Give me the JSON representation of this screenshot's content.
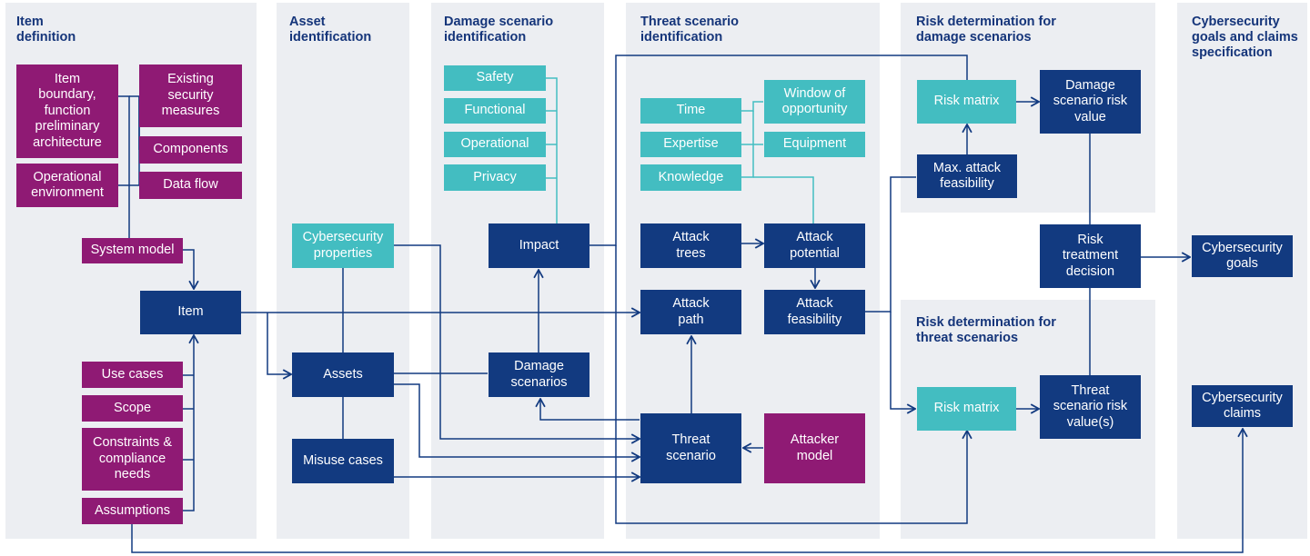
{
  "columns": {
    "item_definition": "Item\ndefinition",
    "asset_identification": "Asset\nidentification",
    "damage_scenario_identification": "Damage scenario\nidentification",
    "threat_scenario_identification": "Threat scenario\nidentification",
    "risk_damage": "Risk determination for\ndamage scenarios",
    "risk_threat": "Risk determination for\nthreat scenarios",
    "goals_claims": "Cybersecurity\ngoals and claims\nspecification"
  },
  "boxes": {
    "item_boundary": "Item\nboundary,\nfunction\npreliminary\narchitecture",
    "existing_security": "Existing\nsecurity\nmeasures",
    "components": "Components",
    "operational_environment": "Operational\nenvironment",
    "data_flow": "Data flow",
    "system_model": "System model",
    "item": "Item",
    "use_cases": "Use cases",
    "scope": "Scope",
    "constraints": "Constraints &\ncompliance\nneeds",
    "assumptions": "Assumptions",
    "cybersecurity_properties": "Cybersecurity\nproperties",
    "assets": "Assets",
    "misuse_cases": "Misuse cases",
    "safety": "Safety",
    "functional": "Functional",
    "operational": "Operational",
    "privacy": "Privacy",
    "impact": "Impact",
    "damage_scenarios": "Damage\nscenarios",
    "time": "Time",
    "expertise": "Expertise",
    "knowledge": "Knowledge",
    "window_of_opportunity": "Window of\nopportunity",
    "equipment": "Equipment",
    "attack_trees": "Attack\ntrees",
    "attack_potential": "Attack\npotential",
    "attack_path": "Attack\npath",
    "attack_feasibility": "Attack\nfeasibility",
    "threat_scenario": "Threat\nscenario",
    "attacker_model": "Attacker\nmodel",
    "risk_matrix_damage": "Risk matrix",
    "damage_scenario_risk_value": "Damage\nscenario risk\nvalue",
    "max_attack_feasibility": "Max. attack\nfeasibility",
    "risk_treatment_decision": "Risk\ntreatment\ndecision",
    "risk_matrix_threat": "Risk matrix",
    "threat_scenario_risk_value": "Threat\nscenario risk\nvalue(s)",
    "cybersecurity_goals": "Cybersecurity\ngoals",
    "cybersecurity_claims": "Cybersecurity\nclaims"
  },
  "colors": {
    "background_panel": "#eceef2",
    "title": "#15357a",
    "purple": "#8f1a74",
    "navy": "#123a80",
    "teal": "#43bdc1",
    "line_navy": "#123a80",
    "line_teal": "#43bdc1"
  }
}
